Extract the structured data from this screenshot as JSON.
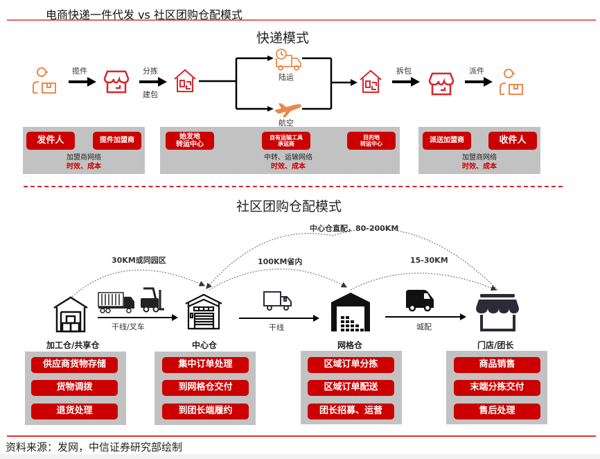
{
  "figure_title": "电商快递一件代发 vs 社区团购仓配模式",
  "express": {
    "title": "快递模式",
    "steps": {
      "collect": "揽件",
      "sort": "分拣",
      "pack": "建包",
      "land": "陆运",
      "air": "航空",
      "unpack": "拆包",
      "deliver": "派件"
    },
    "icons": {
      "sender": "courier-person-icon",
      "collect_store": "store-icon",
      "origin_hub": "house-transfer-icon",
      "truck": "delivery-truck-clock-icon",
      "plane": "airplane-icon",
      "dest_hub": "house-transfer-icon",
      "deliver_store": "store-icon",
      "receiver": "courier-person-icon"
    },
    "groups": [
      {
        "buttons": [
          "发件人",
          "揽件加盟商"
        ],
        "network": "加盟商网络",
        "factors": "时效、成本"
      },
      {
        "buttons": [
          "始发地\n转运中心",
          "自有运输工具\n承运商",
          "目的地\n转运中心"
        ],
        "network": "中转、运输网络",
        "factors": "时效、成本"
      },
      {
        "buttons": [
          "派送加盟商",
          "收件人"
        ],
        "network": "加盟商网络",
        "factors": "时效、成本"
      }
    ]
  },
  "community": {
    "title": "社区团购仓配模式",
    "arcs": {
      "direct": "中心仓直配，80-200KM",
      "park": "30KM或同园区",
      "province": "100KM省内",
      "city": "15-30KM"
    },
    "links": {
      "trunk_forklift": "干线/叉车",
      "trunk": "干线",
      "city": "城配"
    },
    "nodes": [
      {
        "name": "加工仓/共享仓",
        "icon": "warehouse-boxes-icon",
        "tasks": [
          "供应商货物存储",
          "货物调拨",
          "退货处理"
        ]
      },
      {
        "name": "中心仓",
        "icon": "warehouse-door-icon",
        "tasks": [
          "集中订单处理",
          "到网格仓交付",
          "到团长端履约"
        ]
      },
      {
        "name": "网格仓",
        "icon": "warehouse-solid-icon",
        "tasks": [
          "区域订单分拣",
          "区域订单配送",
          "团长招募、运营"
        ]
      },
      {
        "name": "门店/团长",
        "icon": "storefront-icon",
        "tasks": [
          "商品销售",
          "末端分拣交付",
          "售后处理"
        ]
      }
    ]
  },
  "colors": {
    "accent_red": "#cc0000",
    "icon_orange": "#e8894a",
    "icon_red": "#d9262c",
    "box_gray": "#c2c2c2",
    "icon_dark": "#2b2a36"
  },
  "source": "资料来源：发网，中信证券研究部绘制"
}
